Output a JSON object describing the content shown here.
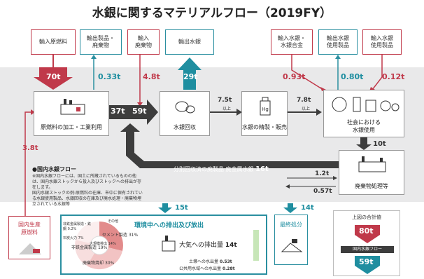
{
  "title": "水銀に関するマテリアルフロー（2019FY）",
  "top_boxes": {
    "import_raw": "輸入原燃料",
    "export_products": "輸出製品・\n廃棄物",
    "import_waste": "輸入\n廃棄物",
    "export_mercury": "輸出水銀",
    "import_mercury": "輸入水銀・\n水銀合金",
    "export_used": "輸出水銀\n使用製品",
    "import_used": "輸入水銀\n使用製品"
  },
  "flows": {
    "import_raw": "70t",
    "export_products": "0.33t",
    "import_waste": "4.8t",
    "export_mercury": "29t",
    "import_mercury": "0.93t",
    "export_used": "0.80t",
    "import_used": "0.12t",
    "raw_to_recovery_a": "37t",
    "raw_to_recovery_b": "59t",
    "recovery_to_refine": "7.5t",
    "recovery_to_refine_note": "以上",
    "refine_to_society": "7.8t",
    "refine_to_society_note": "以上",
    "society_to_waste": "10t",
    "domestic_ore": "3.8t",
    "waste_loop_label": "分別回収済の廃製品 廃金属水銀",
    "waste_loop_value": "16t",
    "waste_in": "1.2t",
    "waste_out": "0.57t",
    "env_down": "15t",
    "final_down": "14t"
  },
  "nodes": {
    "raw_processing": "原燃料の加工・工業利用",
    "recovery": "水銀回収",
    "refine": "水銀の精製・販売",
    "society": "社会における\n水銀使用",
    "waste_treatment": "廃棄物処理等"
  },
  "domestic_flow": {
    "heading": "●国内水銀フロー",
    "notes": "※国内水銀フローには、国土に所蔵されているものの他は、国内水銀ストックから投入及びストックへの排出が存在します。\n国内水銀ストックの例:原燃料の在庫、市中に保有されている水銀使用製品、水銀回収の在庫及び廃水処理・廃棄物埋立されている水銀等"
  },
  "domestic_source": "国内生産\n原燃料",
  "environment": {
    "title": "環境中への排出及び放出",
    "air_label": "大気への排出量",
    "air_value": "14t",
    "soil": "土壌への水出量",
    "soil_value": "0.53t",
    "water": "公共用水域への水出量",
    "water_value": "0.28t",
    "pie": [
      {
        "name": "セメント製造",
        "value": "31%"
      },
      {
        "name": "非鉄金属製造",
        "value": "19%"
      },
      {
        "name": "廃棄物焼却",
        "value": "30%"
      },
      {
        "name": "大規模排出",
        "value": "14%"
      },
      {
        "name": "石炭火力",
        "value": "7%"
      },
      {
        "name": "非鉄金属製造・鉄鋼",
        "value": "0.2%"
      },
      {
        "name": "その他",
        "value": ""
      }
    ]
  },
  "final_disposal": "最終処分",
  "totals": {
    "heading": "上図の合計値",
    "value_in": "80t",
    "label": "国内水銀フロー",
    "value_out": "59t"
  },
  "colors": {
    "red": "#c0394a",
    "teal": "#2a8fa0",
    "dark_arrow": "#3d3d3d",
    "gray_band": "#e9e9ea"
  }
}
